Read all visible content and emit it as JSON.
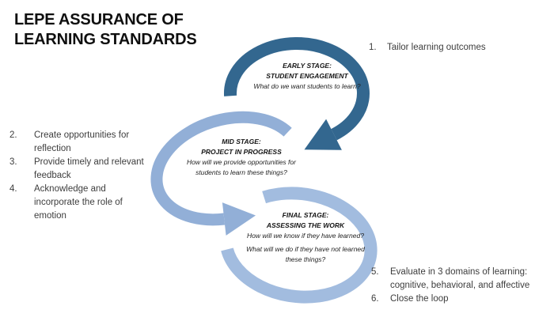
{
  "slide": {
    "title": {
      "line1": "LEPE ASSURANCE OF",
      "line2": "LEARNING STANDARDS"
    }
  },
  "colors": {
    "early_ring": "#33678F",
    "mid_ring": "#92AFD7",
    "final_ring": "#A2BCDF",
    "title_text": "#0F0F0F",
    "body_text": "#3D3D3D"
  },
  "stages": [
    {
      "label_line1": "EARLY STAGE:",
      "label_line2": "STUDENT ENGAGEMENT",
      "question1": "What do we want students to learn?"
    },
    {
      "label_line1": "MID STAGE:",
      "label_line2": "PROJECT IN PROGRESS",
      "question1": "How will we provide opportunities for students to learn these things?"
    },
    {
      "label_line1": "FINAL STAGE:",
      "label_line2": "ASSESSING THE WORK",
      "question1": "How will we know if they have learned?",
      "question2": "What will we do if they have not learned these things?"
    }
  ],
  "numbered_items": [
    {
      "num": "1.",
      "text": "Tailor learning outcomes"
    },
    {
      "num": "2.",
      "text": "Create opportunities for reflection"
    },
    {
      "num": "3.",
      "text": "Provide timely and relevant feedback"
    },
    {
      "num": "4.",
      "text": "Acknowledge and incorporate the role of emotion"
    },
    {
      "num": "5.",
      "text": "Evaluate in 3 domains of learning: cognitive, behavioral, and affective"
    },
    {
      "num": "6.",
      "text": "Close the loop"
    }
  ]
}
